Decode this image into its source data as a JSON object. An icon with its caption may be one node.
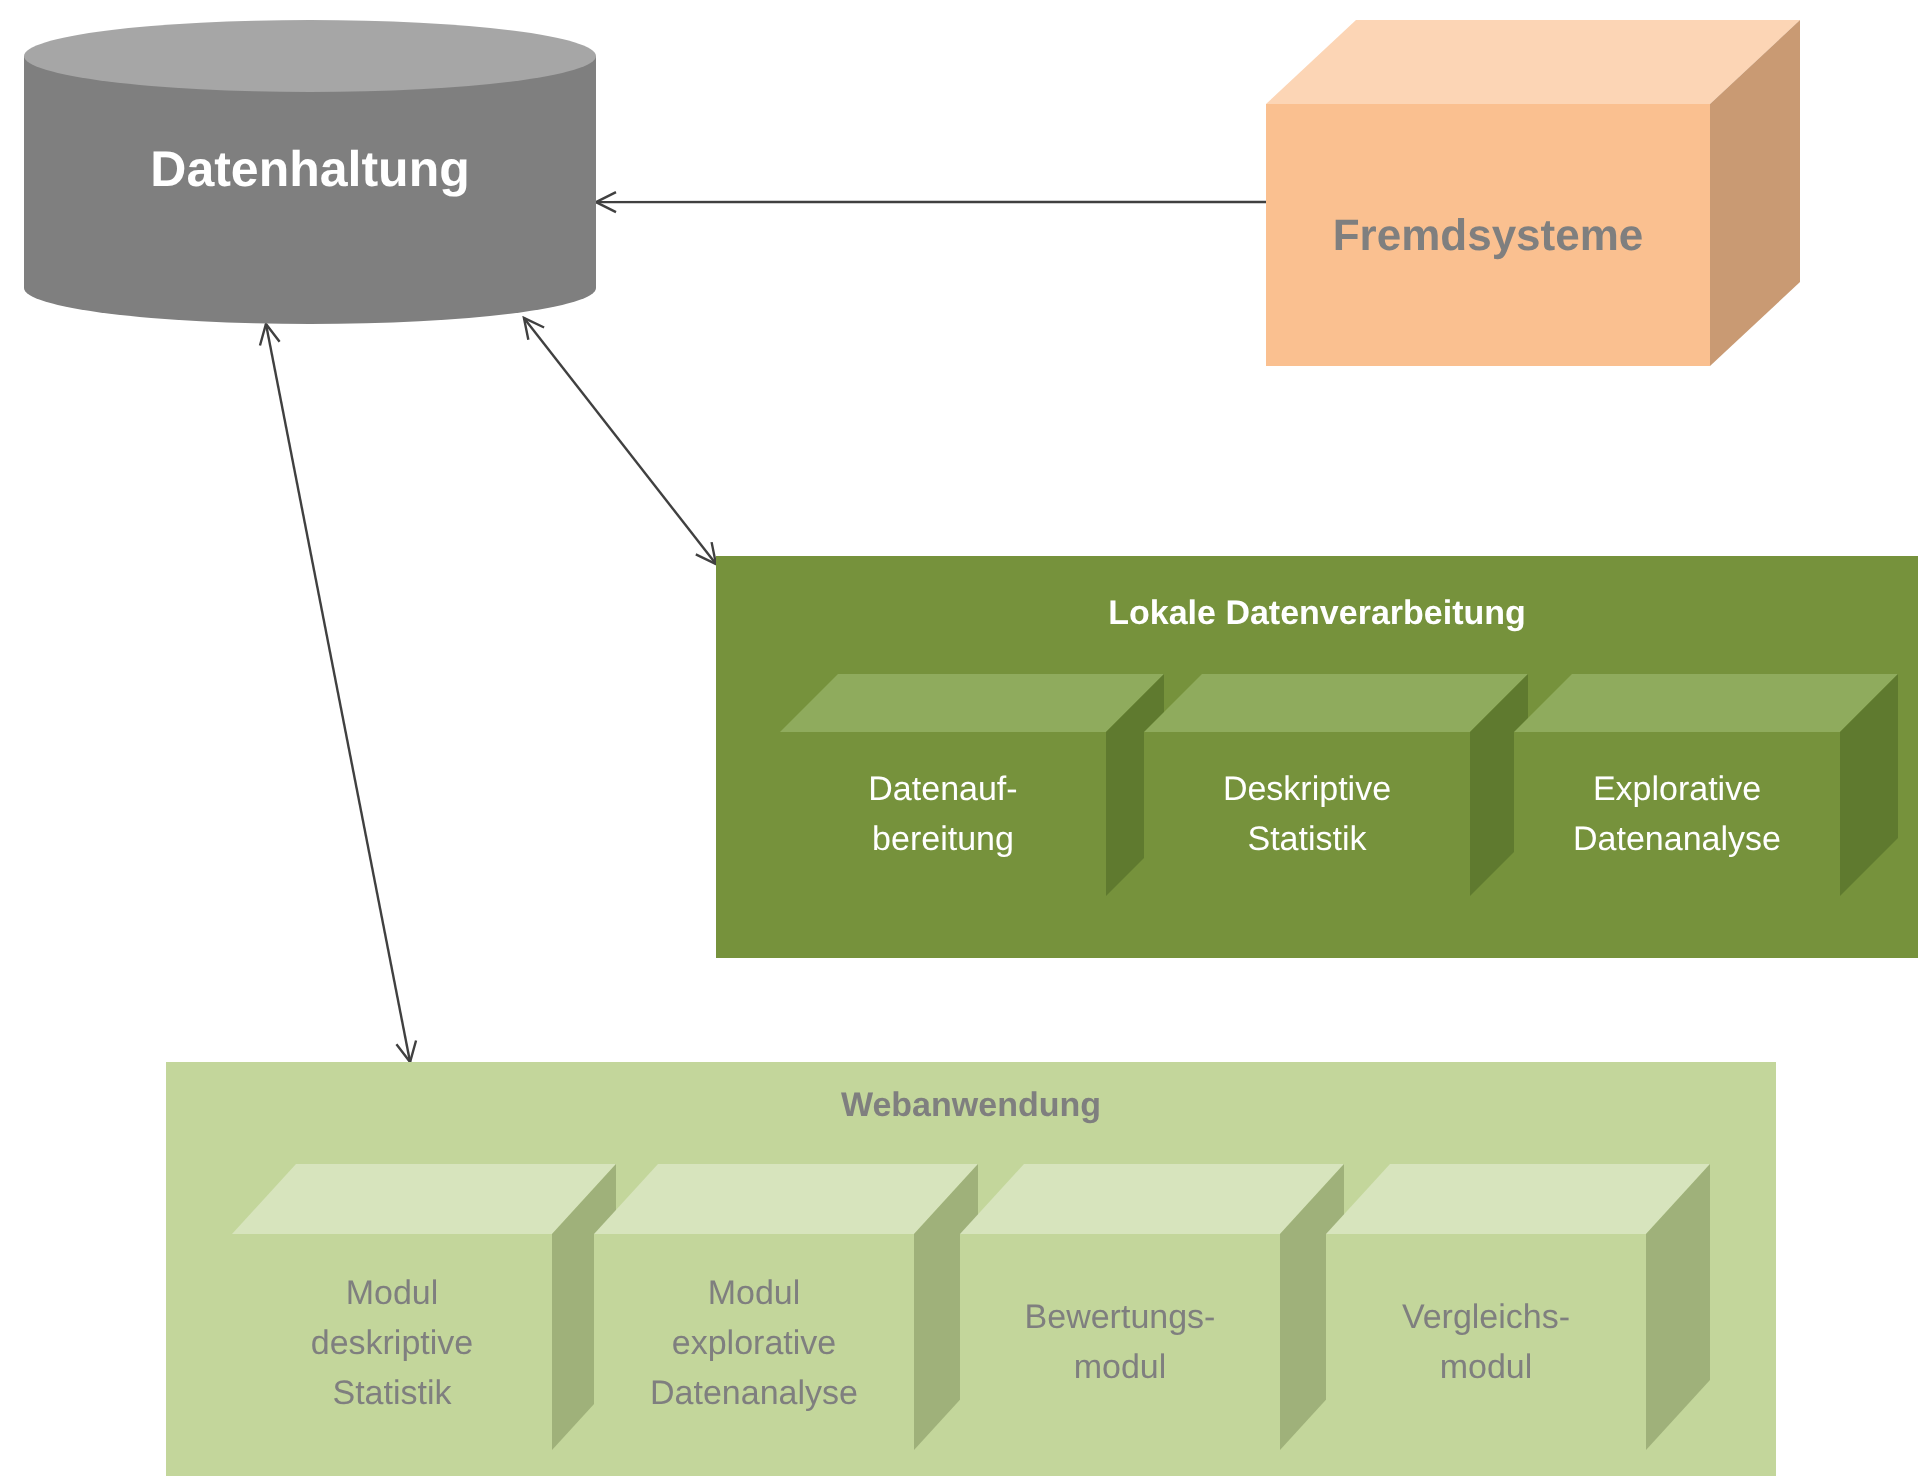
{
  "diagram": {
    "nodes": [
      {
        "text": [
          "Datenhaltung"
        ]
      },
      {
        "text": [
          "Fremdsysteme"
        ]
      },
      {
        "text": [
          "Lokale Datenverarbeitung"
        ]
      },
      {
        "text": [
          "Datenauf- bereitung"
        ],
        "in": 2
      },
      {
        "text": [
          "Deskriptive Statistik"
        ],
        "in": 2
      },
      {
        "text": [
          "Explorative Datenanalyse"
        ],
        "in": 2
      },
      {
        "text": [
          "Webanwendung"
        ]
      },
      {
        "text": [
          "Modul deskriptive Statistik"
        ],
        "in": 6
      },
      {
        "text": [
          "Modul explorative Datenanalyse"
        ],
        "in": 6
      },
      {
        "text": [
          "Bewertungs- modul"
        ],
        "in": 6
      },
      {
        "text": [
          "Vergleichs- modul"
        ],
        "in": 6
      }
    ],
    "edges": [
      {
        "from": 1,
        "to": 0,
        "arrow": "to"
      },
      {
        "from": 0,
        "to": 2,
        "arrow": "both"
      },
      {
        "from": 0,
        "to": 6,
        "arrow": "both"
      }
    ]
  }
}
